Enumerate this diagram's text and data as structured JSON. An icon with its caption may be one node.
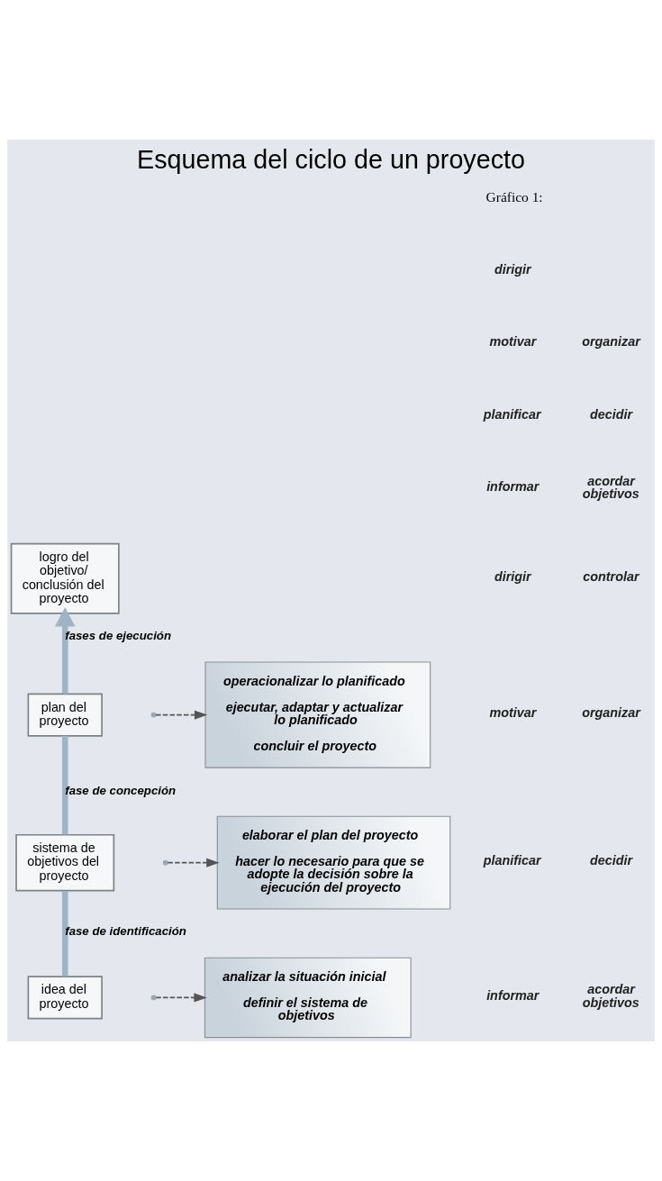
{
  "diagram": {
    "title": "Esquema del ciclo de un proyecto",
    "nodes": [
      {
        "text": [
          "idea del proyecto"
        ]
      },
      {
        "text": [
          "sistema de objetivos del proyecto"
        ]
      },
      {
        "text": [
          "plan del proyecto"
        ]
      },
      {
        "text": [
          "logro del objetivo/ conclusión del proyecto"
        ]
      },
      {
        "text": [
          "analizar la situación inicial",
          "definir el sistema de objetivos"
        ]
      },
      {
        "text": [
          "elaborar el plan del proyecto",
          "hacer lo necesario para que se adopte la decisión sobre la ejecución del proyecto"
        ]
      },
      {
        "text": [
          "operacionalizar lo planificado",
          "ejecutar, adaptar y actualizar lo planificado",
          "concluir el proyecto"
        ]
      }
    ],
    "edges": [
      {
        "from": 0,
        "to": 1,
        "arrow": "none",
        "label": "fase de identificación",
        "style": "thick",
        "color": "#9fb4c4"
      },
      {
        "from": 1,
        "to": 2,
        "arrow": "none",
        "label": "fase de concepción",
        "style": "thick",
        "color": "#9fb4c4"
      },
      {
        "from": 2,
        "to": 3,
        "arrow": "to",
        "label": "fases de ejecución",
        "style": "thick",
        "color": "#9fb4c4"
      },
      {
        "from": null,
        "to": 4,
        "arrow": "to",
        "style": "dashed",
        "color": "#555555"
      },
      {
        "from": null,
        "to": 5,
        "arrow": "to",
        "style": "dashed",
        "color": "#555555"
      },
      {
        "from": null,
        "to": 6,
        "arrow": "to",
        "style": "dashed",
        "color": "#555555"
      }
    ],
    "labels": [
      "Gráfico 1:",
      "informar",
      "planificar",
      "motivar",
      "dirigir",
      "informar",
      "planificar",
      "motivar",
      "dirigir",
      "acordar objetivos",
      "decidir",
      "organizar",
      "controlar",
      "acordar objetivos",
      "decidir",
      "organizar"
    ]
  }
}
